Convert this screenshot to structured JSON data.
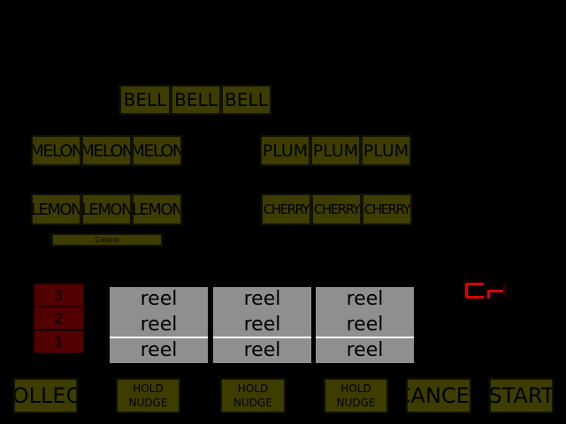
{
  "paytable": {
    "bell": [
      "BELL",
      "BELL",
      "BELL"
    ],
    "melon": [
      "MELON",
      "MELON",
      "MELON"
    ],
    "plum": [
      "PLUM",
      "PLUM",
      "PLUM"
    ],
    "lemon": [
      "LEMON",
      "LEMON",
      "LEMON"
    ],
    "cherry": [
      "CHERRY",
      "CHERRY",
      "CHERRY"
    ]
  },
  "casino_label": "Casino",
  "nudge_counter": [
    "3",
    "2",
    "1"
  ],
  "reels": [
    [
      "reel",
      "reel",
      "reel"
    ],
    [
      "reel",
      "reel",
      "reel"
    ],
    [
      "reel",
      "reel",
      "reel"
    ]
  ],
  "buttons": {
    "collect": "COLLECT",
    "hold_1": {
      "hold": "HOLD",
      "nudge": "NUDGE"
    },
    "hold_2": {
      "hold": "HOLD",
      "nudge": "NUDGE"
    },
    "hold_3": {
      "hold": "HOLD",
      "nudge": "NUDGE"
    },
    "cancel": "CANCEL",
    "start": "START"
  },
  "credit_display": "C-",
  "colors": {
    "background": "#000000",
    "tile": "#3d3d00",
    "nudge_counter": "#520000",
    "reel": "#8f8f8f",
    "led": "#e00000"
  }
}
